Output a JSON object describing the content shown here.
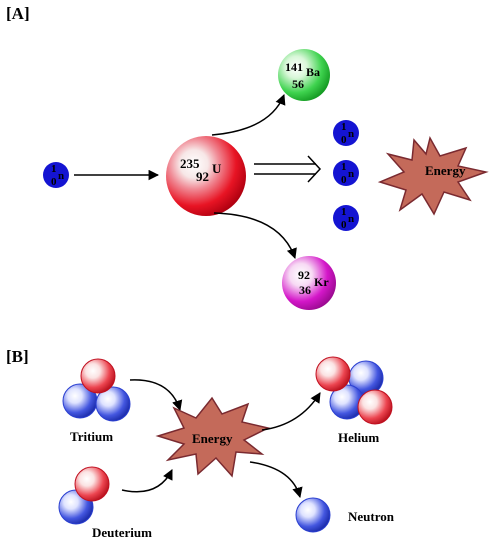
{
  "panel_a": {
    "label": "[A]",
    "neutron": {
      "mass": "1",
      "atomic": "0",
      "symbol": "n"
    },
    "uranium": {
      "mass": "235",
      "atomic": "92",
      "symbol": "U"
    },
    "barium": {
      "mass": "141",
      "atomic": "56",
      "symbol": "Ba"
    },
    "krypton": {
      "mass": "92",
      "atomic": "36",
      "symbol": "Kr"
    },
    "energy": "Energy"
  },
  "panel_b": {
    "label": "[B]",
    "tritium": "Tritium",
    "deuterium": "Deuterium",
    "energy": "Energy",
    "helium": "Helium",
    "neutron": "Neutron"
  },
  "colors": {
    "neutron_blue": "#1414d2",
    "uranium_red": "#e81424",
    "barium_green": "#22c93a",
    "krypton_magenta": "#d417c9",
    "energy_fill": "#c46a5a",
    "energy_stroke": "#7a2a30",
    "proton_red": "#e8202a",
    "particle_blue": "#2a3fd0"
  }
}
